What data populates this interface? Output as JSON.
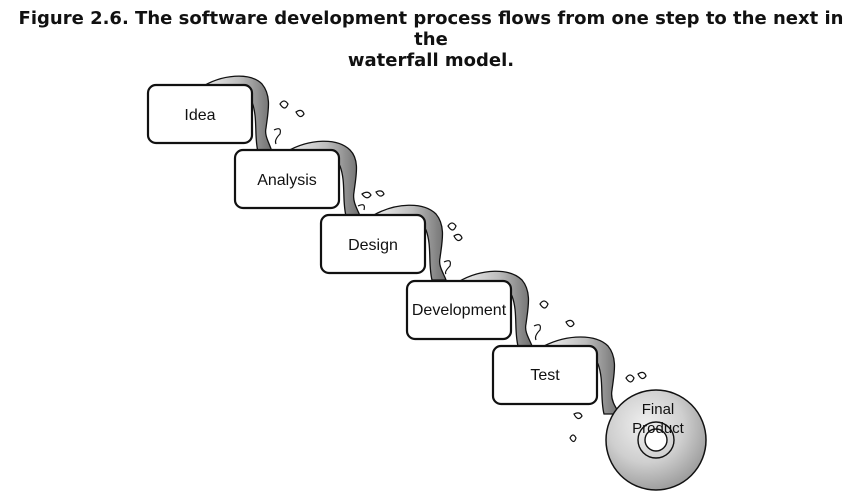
{
  "figure": {
    "caption_line1": "Figure 2.6. The software development process flows from one step to the next in the",
    "caption_line2": "waterfall model."
  },
  "steps": [
    {
      "label": "Idea"
    },
    {
      "label": "Analysis"
    },
    {
      "label": "Design"
    },
    {
      "label": "Development"
    },
    {
      "label": "Test"
    }
  ],
  "final": {
    "line1": "Final",
    "line2": "Product"
  },
  "colors": {
    "box_border": "#111111",
    "box_fill": "#ffffff",
    "water_light": "#e6e6e6",
    "water_dark": "#8a8a8a",
    "disc_fill": "#c4c4c4"
  }
}
